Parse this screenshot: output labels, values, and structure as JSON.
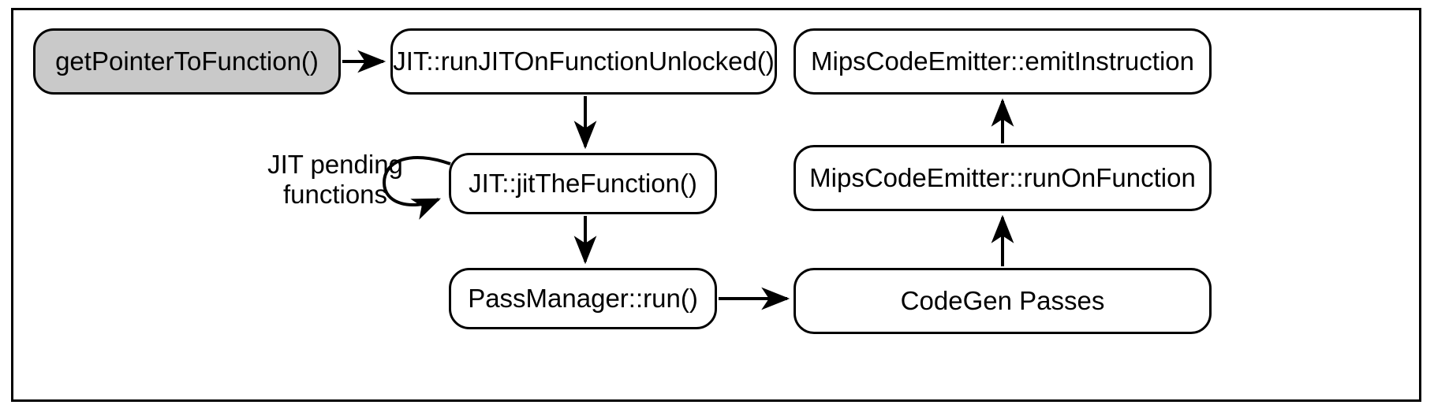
{
  "diagram": {
    "title_text": "",
    "background_color": "#ffffff",
    "stroke_color": "#000000",
    "shaded_fill_color": "#c9c9c9",
    "nodes": [
      {
        "id": "getPointerToFunction",
        "label": "getPointerToFunction()",
        "shaded": true
      },
      {
        "id": "runJITOnFunctionUnlocked",
        "label": "JIT::runJITOnFunctionUnlocked()",
        "shaded": false
      },
      {
        "id": "emitInstruction",
        "label": "MipsCodeEmitter::emitInstruction",
        "shaded": false
      },
      {
        "id": "jitTheFunction",
        "label": "JIT::jitTheFunction()",
        "shaded": false
      },
      {
        "id": "runOnFunction",
        "label": "MipsCodeEmitter::runOnFunction",
        "shaded": false
      },
      {
        "id": "passManagerRun",
        "label": "PassManager::run()",
        "shaded": false
      },
      {
        "id": "codeGenPasses",
        "label": "CodeGen Passes",
        "shaded": false
      }
    ],
    "edges": [
      {
        "from": "getPointerToFunction",
        "to": "runJITOnFunctionUnlocked",
        "label": "",
        "style": "arrow-right"
      },
      {
        "from": "runJITOnFunctionUnlocked",
        "to": "jitTheFunction",
        "label": "",
        "style": "arrow-down"
      },
      {
        "from": "jitTheFunction",
        "to": "jitTheFunction",
        "label": "JIT pending\nfunctions",
        "style": "self-loop"
      },
      {
        "from": "jitTheFunction",
        "to": "passManagerRun",
        "label": "",
        "style": "arrow-down"
      },
      {
        "from": "passManagerRun",
        "to": "codeGenPasses",
        "label": "",
        "style": "arrow-right"
      },
      {
        "from": "codeGenPasses",
        "to": "runOnFunction",
        "label": "",
        "style": "arrow-up"
      },
      {
        "from": "runOnFunction",
        "to": "emitInstruction",
        "label": "",
        "style": "arrow-up"
      }
    ],
    "labels": {
      "jit_pending_functions": "JIT pending\nfunctions"
    }
  }
}
